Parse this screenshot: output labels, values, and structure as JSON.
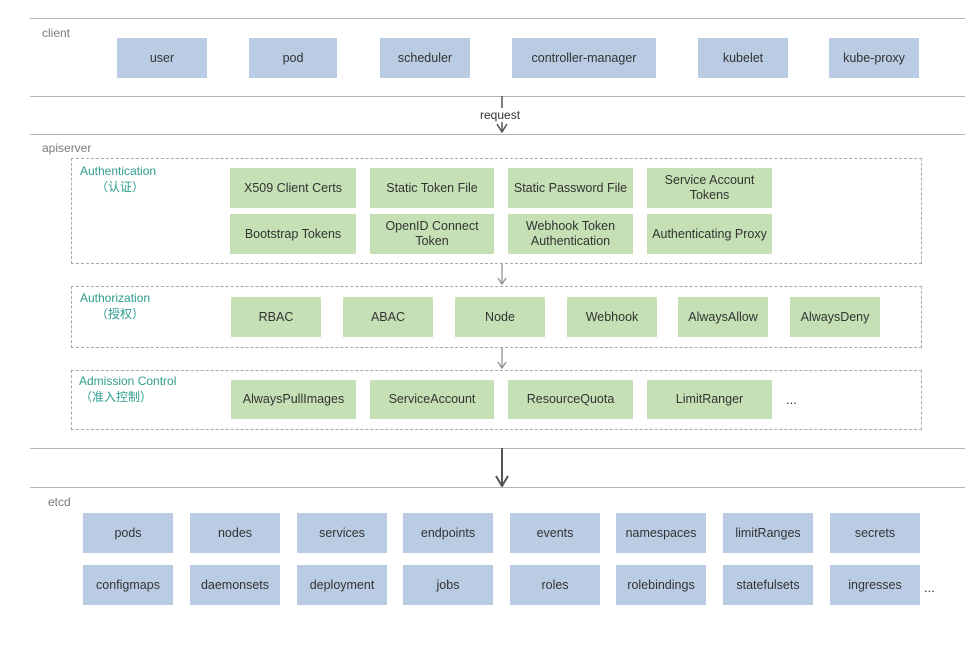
{
  "client": {
    "label": "client",
    "items": [
      "user",
      "pod",
      "scheduler",
      "controller-manager",
      "kubelet",
      "kube-proxy"
    ]
  },
  "request": {
    "label": "request"
  },
  "apiserver": {
    "label": "apiserver",
    "authentication": {
      "title": "Authentication",
      "subtitle": "（认证）",
      "items": [
        "X509 Client Certs",
        "Static Token File",
        "Static Password File",
        "Service Account Tokens",
        "Bootstrap Tokens",
        "OpenID Connect Token",
        "Webhook Token Authentication",
        "Authenticating Proxy"
      ]
    },
    "authorization": {
      "title": "Authorization",
      "subtitle": "（授权）",
      "items": [
        "RBAC",
        "ABAC",
        "Node",
        "Webhook",
        "AlwaysAllow",
        "AlwaysDeny"
      ]
    },
    "admission": {
      "title": "Admission Control",
      "subtitle": "（准入控制）",
      "items": [
        "AlwaysPullImages",
        "ServiceAccount",
        "ResourceQuota",
        "LimitRanger"
      ],
      "more": "..."
    }
  },
  "etcd": {
    "label": "etcd",
    "row1": [
      "pods",
      "nodes",
      "services",
      "endpoints",
      "events",
      "namespaces",
      "limitRanges",
      "secrets"
    ],
    "row2": [
      "configmaps",
      "daemonsets",
      "deployment",
      "jobs",
      "roles",
      "rolebindings",
      "statefulsets",
      "ingresses"
    ],
    "more": "..."
  },
  "colors": {
    "client_box": "#b9cce4",
    "auth_box": "#c5e0b4",
    "group_title": "#2e9c8f",
    "dashed_border": "#a8a8a8"
  }
}
